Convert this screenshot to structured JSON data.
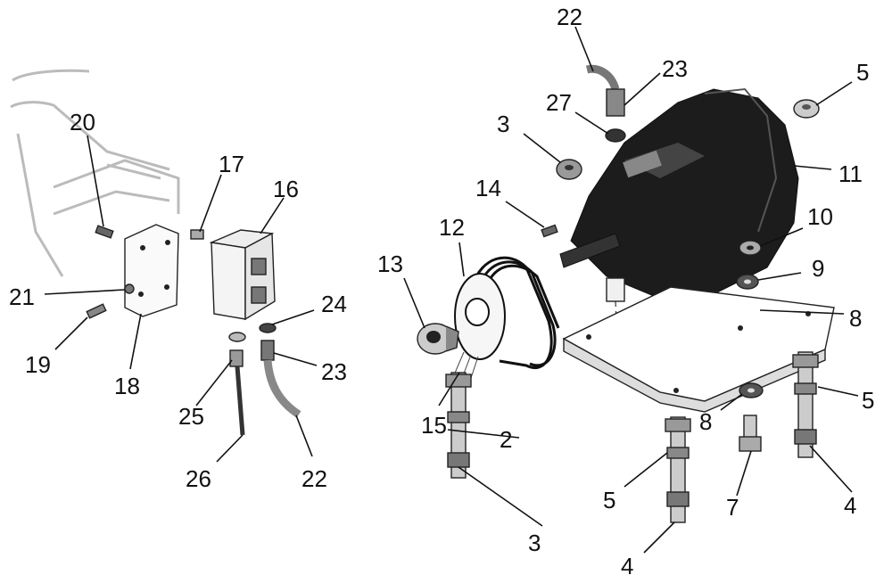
{
  "diagram": {
    "callouts": {
      "c20": "20",
      "c17": "17",
      "c16": "16",
      "c21": "21",
      "c19": "19",
      "c18": "18",
      "c24": "24",
      "c23_box": "23",
      "c25": "25",
      "c26": "26",
      "c22_box": "22",
      "c22_top": "22",
      "c23_top": "23",
      "c27": "27",
      "c3_top": "3",
      "c5_topright": "5",
      "c11": "11",
      "c14": "14",
      "c10": "10",
      "c12": "12",
      "c13": "13",
      "c9": "9",
      "c8_right": "8",
      "c15": "15",
      "c2": "2",
      "c8_mid": "8",
      "c5_right": "5",
      "c3_bottom": "3",
      "c5_bottom": "5",
      "c7": "7",
      "c4_right": "4",
      "c4_bottom": "4"
    }
  }
}
